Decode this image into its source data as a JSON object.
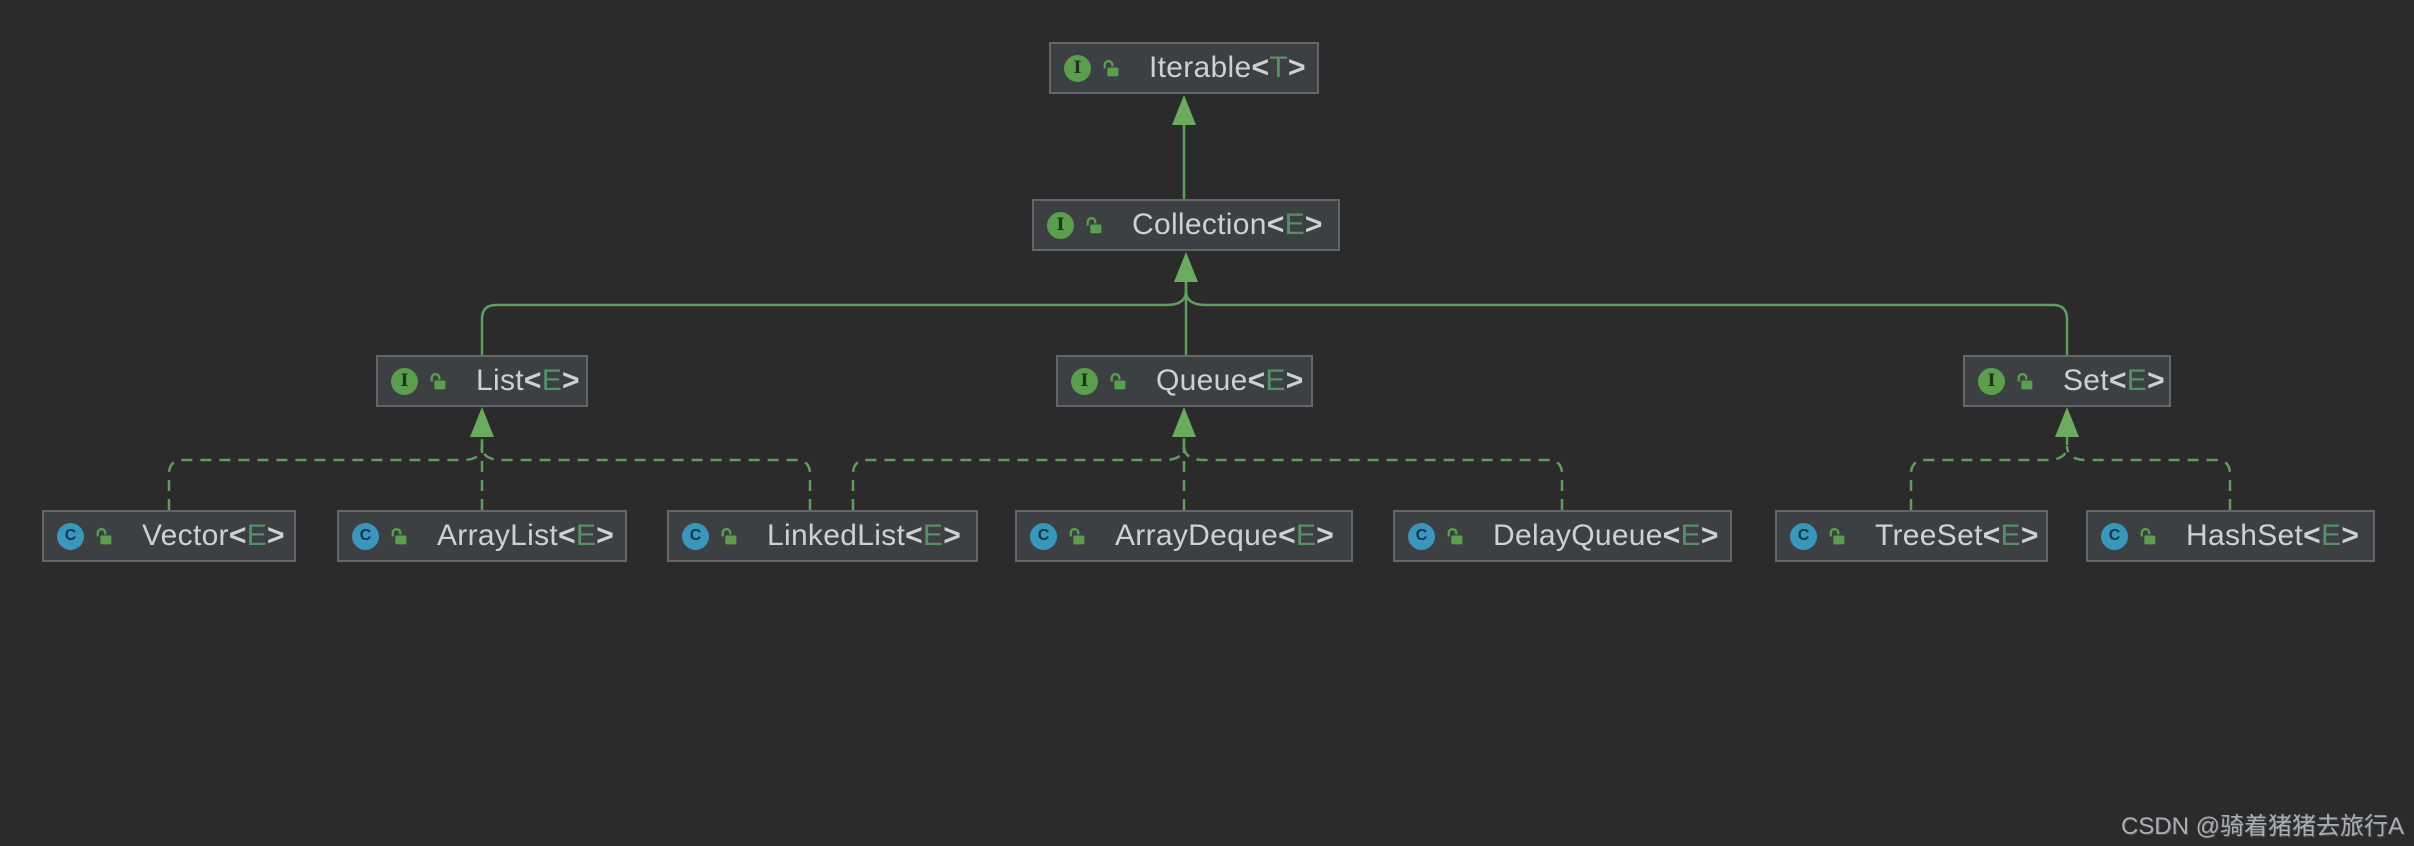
{
  "diagram": {
    "title_hint": "Java Collections class diagram",
    "colors": {
      "background": "#2b2b2b",
      "node_fill": "#3d4043",
      "node_border": "#63666a",
      "text": "#cdd0d4",
      "type_param": "#569069",
      "edge_green": "#5f9e5f",
      "arrow_green": "#6aab5e",
      "interface_icon": "#5a9e4e",
      "class_icon": "#3a96ba",
      "lock_icon": "#5a9e4e"
    },
    "punct": {
      "lt": "<",
      "gt": ">"
    },
    "icon_letters": {
      "interface": "I",
      "class": "C"
    },
    "nodes": [
      {
        "id": "iterable",
        "kind": "interface",
        "name": "Iterable",
        "type_param": "T"
      },
      {
        "id": "collection",
        "kind": "interface",
        "name": "Collection",
        "type_param": "E"
      },
      {
        "id": "list",
        "kind": "interface",
        "name": "List",
        "type_param": "E"
      },
      {
        "id": "queue",
        "kind": "interface",
        "name": "Queue",
        "type_param": "E"
      },
      {
        "id": "set",
        "kind": "interface",
        "name": "Set",
        "type_param": "E"
      },
      {
        "id": "vector",
        "kind": "class",
        "name": "Vector",
        "type_param": "E"
      },
      {
        "id": "arraylist",
        "kind": "class",
        "name": "ArrayList",
        "type_param": "E"
      },
      {
        "id": "linkedlist",
        "kind": "class",
        "name": "LinkedList",
        "type_param": "E"
      },
      {
        "id": "arraydeque",
        "kind": "class",
        "name": "ArrayDeque",
        "type_param": "E"
      },
      {
        "id": "delayqueue",
        "kind": "class",
        "name": "DelayQueue",
        "type_param": "E"
      },
      {
        "id": "treeset",
        "kind": "class",
        "name": "TreeSet",
        "type_param": "E"
      },
      {
        "id": "hashset",
        "kind": "class",
        "name": "HashSet",
        "type_param": "E"
      }
    ],
    "edges": [
      {
        "from": "Collection<E>",
        "to": "Iterable<T>",
        "type": "extends"
      },
      {
        "from": "List<E>",
        "to": "Collection<E>",
        "type": "extends"
      },
      {
        "from": "Queue<E>",
        "to": "Collection<E>",
        "type": "extends"
      },
      {
        "from": "Set<E>",
        "to": "Collection<E>",
        "type": "extends"
      },
      {
        "from": "Vector<E>",
        "to": "List<E>",
        "type": "implements"
      },
      {
        "from": "ArrayList<E>",
        "to": "List<E>",
        "type": "implements"
      },
      {
        "from": "LinkedList<E>",
        "to": "List<E>",
        "type": "implements"
      },
      {
        "from": "LinkedList<E>",
        "to": "Queue<E>",
        "type": "implements"
      },
      {
        "from": "ArrayDeque<E>",
        "to": "Queue<E>",
        "type": "implements"
      },
      {
        "from": "DelayQueue<E>",
        "to": "Queue<E>",
        "type": "implements"
      },
      {
        "from": "TreeSet<E>",
        "to": "Set<E>",
        "type": "implements"
      },
      {
        "from": "HashSet<E>",
        "to": "Set<E>",
        "type": "implements"
      }
    ]
  },
  "watermark": {
    "text": "CSDN @骑着猪猪去旅行A"
  }
}
